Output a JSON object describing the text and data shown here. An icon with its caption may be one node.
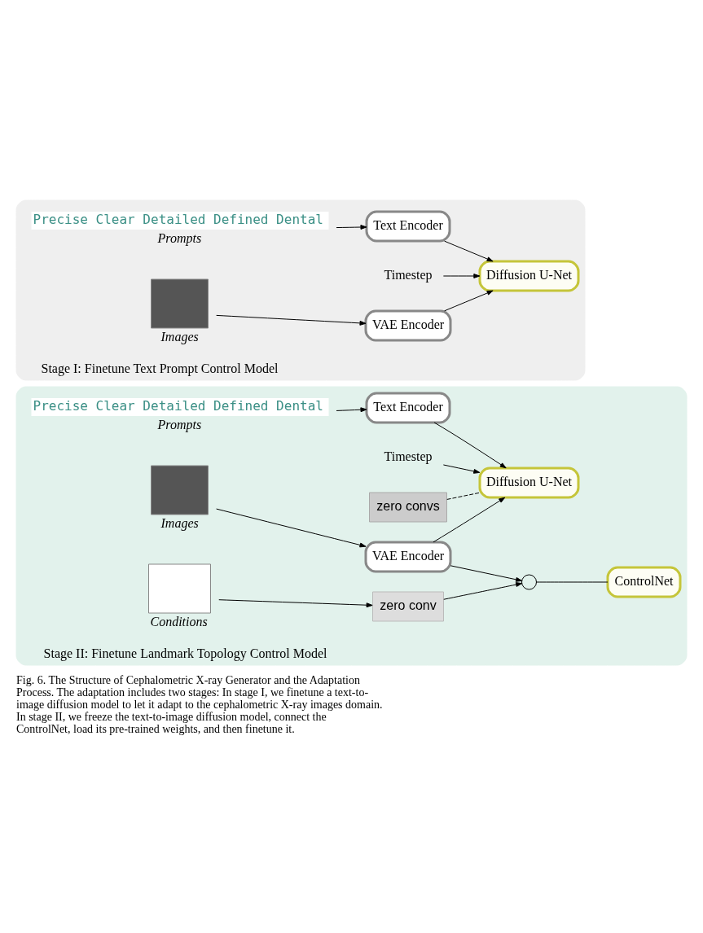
{
  "diagram": {
    "caption": "Fig. 6. The Structure of Cephalometric X-ray Generator and the Adaptation Process. The adaptation includes two stages: In stage I, we finetune a text-to-image diffusion model to let it adapt to the cephalometric X-ray images domain. In stage II, we freeze the text-to-image diffusion model, connect the ControlNet, load its pre-trained weights, and then finetune it.",
    "nodes": [
      {
        "text": [
          "Stage I: Finetune Text Prompt Control Model"
        ]
      },
      {
        "text": [
          "Precise Clear Detailed Defined Dental"
        ],
        "beside": [
          "Prompts"
        ],
        "in": 0
      },
      {
        "text": [
          "Text Encoder"
        ],
        "in": 0
      },
      {
        "text": [
          "Timestep"
        ],
        "in": 0
      },
      {
        "text": [],
        "shape": "box",
        "beside": [
          "Images"
        ],
        "in": 0
      },
      {
        "text": [
          "VAE Encoder"
        ],
        "in": 0
      },
      {
        "text": [
          "Diffusion U-Net"
        ],
        "in": 0
      },
      {
        "text": [
          "Stage II: Finetune Landmark Topology Control Model"
        ]
      },
      {
        "text": [
          "Precise Clear Detailed Defined Dental"
        ],
        "beside": [
          "Prompts"
        ],
        "in": 7
      },
      {
        "text": [
          "Text Encoder"
        ],
        "in": 7
      },
      {
        "text": [
          "Timestep"
        ],
        "in": 7
      },
      {
        "text": [],
        "shape": "box",
        "beside": [
          "Images"
        ],
        "in": 7
      },
      {
        "text": [
          "VAE Encoder"
        ],
        "in": 7
      },
      {
        "text": [
          "Diffusion U-Net"
        ],
        "in": 7
      },
      {
        "text": [],
        "shape": "box",
        "beside": [
          "Conditions"
        ],
        "in": 7
      },
      {
        "text": [
          "zero conv"
        ],
        "in": 7
      },
      {
        "text": [],
        "shape": "circle",
        "in": 7
      },
      {
        "text": [
          "ControlNet"
        ],
        "in": 7
      },
      {
        "text": [
          "zero convs"
        ],
        "in": 7
      }
    ],
    "edges": [
      {
        "from": 1,
        "to": 2,
        "arrow": "to"
      },
      {
        "from": 2,
        "to": 6,
        "arrow": "to"
      },
      {
        "from": 3,
        "to": 6,
        "arrow": "to"
      },
      {
        "from": 4,
        "to": 5,
        "arrow": "to"
      },
      {
        "from": 5,
        "to": 6,
        "arrow": "to"
      },
      {
        "from": 8,
        "to": 9,
        "arrow": "to"
      },
      {
        "from": 9,
        "to": 13,
        "arrow": "to"
      },
      {
        "from": 10,
        "to": 13,
        "arrow": "to"
      },
      {
        "from": 11,
        "to": 12,
        "arrow": "to"
      },
      {
        "from": 12,
        "to": 13,
        "arrow": "to"
      },
      {
        "from": 12,
        "to": 16,
        "arrow": "to"
      },
      {
        "from": 14,
        "to": 15,
        "arrow": "to"
      },
      {
        "from": 15,
        "to": 16,
        "arrow": "to"
      },
      {
        "from": 16,
        "to": 17,
        "arrow": "none"
      },
      {
        "from": 18,
        "to": 13,
        "arrow": "none",
        "style": "dashed"
      }
    ]
  }
}
